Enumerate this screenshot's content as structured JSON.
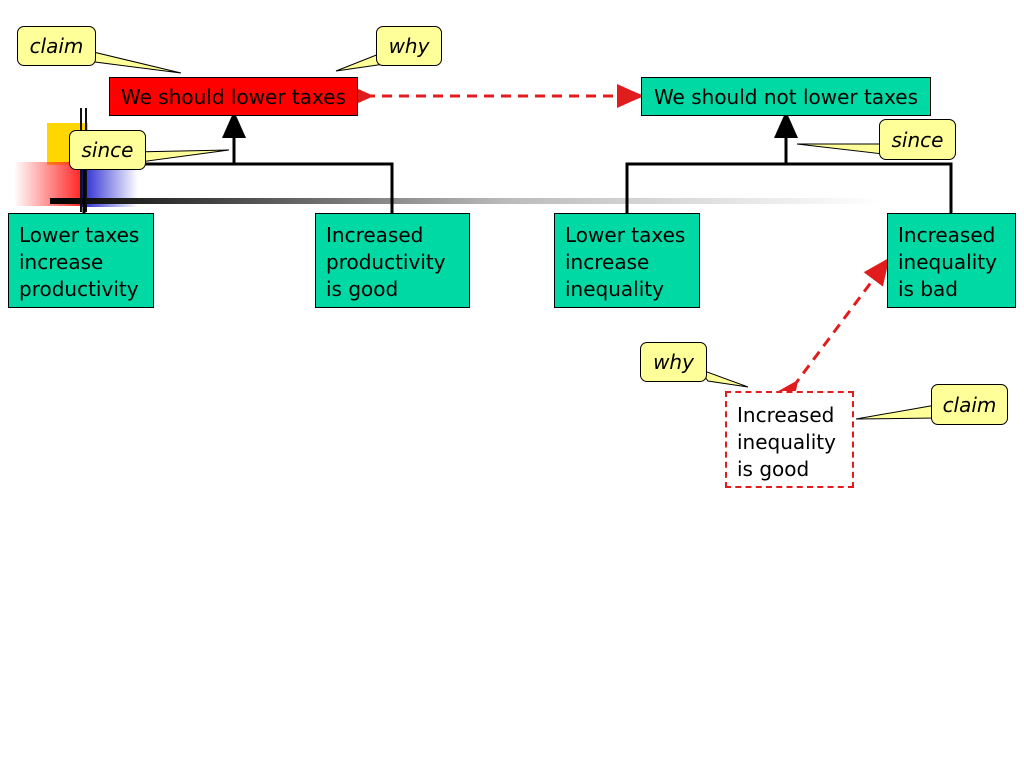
{
  "diagram": {
    "claim_main": "We should lower taxes",
    "counter_claim": "We should not lower taxes",
    "premises_left": [
      "Lower taxes\nincrease\nproductivity",
      "Increased\nproductivity\nis good"
    ],
    "premises_right": [
      "Lower taxes\nincrease\ninequality",
      "Increased\ninequality\nis bad"
    ],
    "counter_premise": "Increased\ninequality\nis good",
    "callouts": {
      "claim_top": "claim",
      "why_top": "why",
      "since_left": "since",
      "since_right": "since",
      "why_bottom": "why",
      "claim_bottom": "claim"
    }
  },
  "colors": {
    "claim_fill": "#ff0000",
    "box_fill": "#00d9a3",
    "callout_fill": "#ffff99",
    "dashed_arrow": "#e01c1c"
  }
}
